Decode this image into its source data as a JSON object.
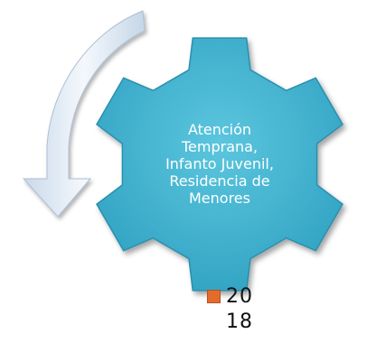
{
  "gear": {
    "label_lines": [
      "Atención",
      "Temprana,",
      "Infanto Juvenil,",
      "Residencia de",
      "Menores"
    ],
    "fill_color": "#45b5d1",
    "edge_color": "#2a8fad"
  },
  "arrow": {
    "icon": "curved-arrow-down-icon",
    "color": "#dce9f6"
  },
  "bullet": {
    "value": "20",
    "marker_color": "#e36c2c"
  },
  "subvalue": {
    "value": "18"
  }
}
